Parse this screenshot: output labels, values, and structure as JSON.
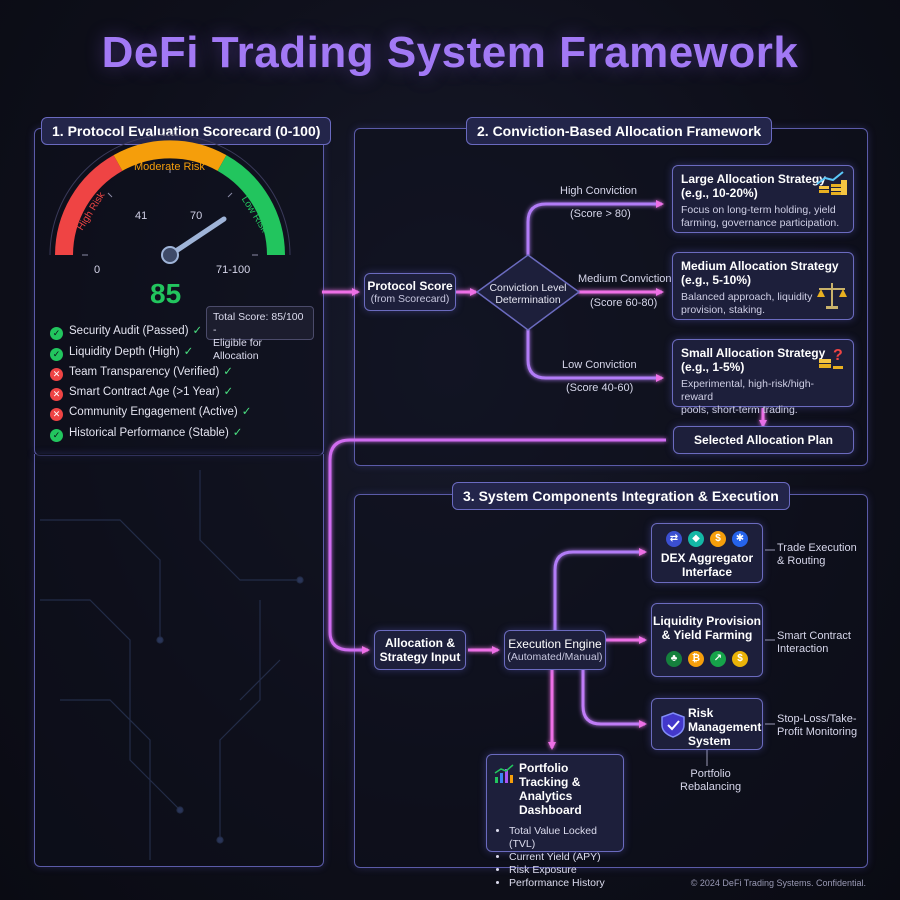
{
  "title": "DeFi Trading System Framework",
  "footer": "© 2024 DeFi Trading Systems. Confidential.",
  "colors": {
    "accent": "#a279f5",
    "arrow": "#e46de0",
    "arrow_alt": "#a76af0",
    "good": "#22c55e",
    "bad": "#ef4444",
    "panel_border": "#5b5ba8"
  },
  "scorecard": {
    "title": "1. Protocol Evaluation Scorecard (0-100)",
    "gauge": {
      "zone_high": "High Risk",
      "zone_moderate": "Moderate Risk",
      "zone_low": "Low Risk",
      "tick_41": "41",
      "tick_70": "70",
      "min_label": "0",
      "max_label": "71-100",
      "score": "85",
      "score_value": 85,
      "max_value": 100
    },
    "total_note_line1": "Total Score: 85/100 -",
    "total_note_line2": "Eligible for Allocation",
    "criteria": [
      {
        "label": "Security Audit (Passed)",
        "status": "pass",
        "icon": "check-circle-icon"
      },
      {
        "label": "Liquidity Depth (High)",
        "status": "pass",
        "icon": "check-circle-icon"
      },
      {
        "label": "Team Transparency (Verified)",
        "status": "fail",
        "icon": "x-circle-icon"
      },
      {
        "label": "Smart Contract Age (>1 Year)",
        "status": "fail",
        "icon": "x-circle-icon"
      },
      {
        "label": "Community Engagement (Active)",
        "status": "fail",
        "icon": "x-circle-icon"
      },
      {
        "label": "Historical Performance (Stable)",
        "status": "pass",
        "icon": "check-circle-icon"
      }
    ]
  },
  "allocation": {
    "title": "2. Conviction-Based Allocation Framework",
    "protocol_score": {
      "title": "Protocol Score",
      "subtitle": "(from Scorecard)"
    },
    "decision": {
      "line1": "Conviction Level",
      "line2": "Determination"
    },
    "branches": [
      {
        "label": "High Conviction",
        "range": "(Score > 80)"
      },
      {
        "label": "Medium Conviction",
        "range": "(Score 60-80)"
      },
      {
        "label": "Low Conviction",
        "range": "(Score 40-60)"
      }
    ],
    "strategies": [
      {
        "title_line1": "Large Allocation Strategy",
        "title_line2": "(e.g., 10-20%)",
        "desc_line1": "Focus on long-term holding, yield",
        "desc_line2": "farming, governance participation.",
        "icon": "coin-stack-chart-icon"
      },
      {
        "title_line1": "Medium Allocation Strategy",
        "title_line2": "(e.g., 5-10%)",
        "desc_line1": "Balanced approach, liquidity",
        "desc_line2": "provision, staking.",
        "icon": "balance-scale-icon"
      },
      {
        "title_line1": "Small Allocation Strategy",
        "title_line2": "(e.g., 1-5%)",
        "desc_line1": "Experimental, high-risk/high-reward",
        "desc_line2": "pools, short-term trading.",
        "icon": "coins-question-icon"
      }
    ],
    "selected_plan": "Selected Allocation Plan"
  },
  "execution": {
    "title": "3. System Components Integration & Execution",
    "allocation_input": {
      "line1": "Allocation &",
      "line2": "Strategy Input"
    },
    "engine": {
      "line1": "Execution Engine",
      "line2": "(Automated/Manual)"
    },
    "dex": {
      "line1": "DEX Aggregator",
      "line2": "Interface",
      "note_line1": "Trade Execution",
      "note_line2": "& Routing"
    },
    "liquidity": {
      "line1": "Liquidity Provision",
      "line2": "& Yield Farming",
      "note_line1": "Smart Contract",
      "note_line2": "Interaction"
    },
    "risk": {
      "line1": "Risk",
      "line2": "Management",
      "line3": "System",
      "note_line1": "Stop-Loss/Take-",
      "note_line2": "Profit Monitoring",
      "rebalance_line1": "Portfolio",
      "rebalance_line2": "Rebalancing"
    },
    "portfolio": {
      "title_line1": "Portfolio Tracking &",
      "title_line2": "Analytics Dashboard",
      "metrics": [
        "Total Value Locked (TVL)",
        "Current Yield (APY)",
        "Risk Exposure",
        "Performance History"
      ]
    }
  }
}
